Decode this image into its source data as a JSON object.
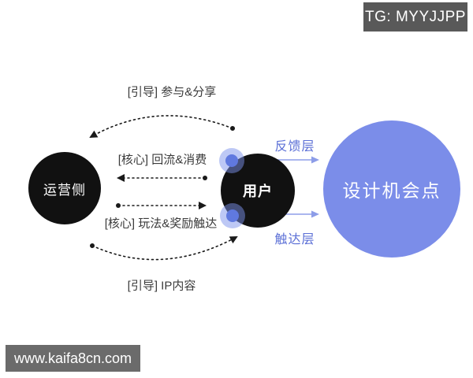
{
  "title_badge": {
    "text": "TG: MYYJJPP"
  },
  "watermark": {
    "text": "www.kaifa8cn.com"
  },
  "nodes": {
    "operation": {
      "label": "运营侧"
    },
    "user": {
      "label": "用户"
    },
    "opportunity": {
      "label": "设计机会点"
    }
  },
  "links": {
    "participate_share": {
      "label": "[引导] 参与&分享",
      "direction": "user→operation",
      "style": "dotted-arc"
    },
    "return_consume": {
      "label": "[核心] 回流&消费",
      "direction": "user→operation",
      "style": "dotted-line"
    },
    "gameplay_reward": {
      "label": "[核心] 玩法&奖励触达",
      "direction": "operation→user",
      "style": "dotted-line"
    },
    "ip_content": {
      "label": "[引导] IP内容",
      "direction": "operation→user",
      "style": "dotted-arc"
    },
    "feedback_layer": {
      "label": "反馈层",
      "direction": "user→opportunity",
      "style": "solid-blue"
    },
    "reach_layer": {
      "label": "触达层",
      "direction": "user→opportunity",
      "style": "solid-blue"
    }
  },
  "colors": {
    "node_black": "#111111",
    "opportunity_blue": "#7b8de9",
    "label_blue": "#5b6fd6",
    "arrow_blue": "#8d9de8",
    "badge_gray": "#595959",
    "text_dark": "#3b3b3b"
  }
}
